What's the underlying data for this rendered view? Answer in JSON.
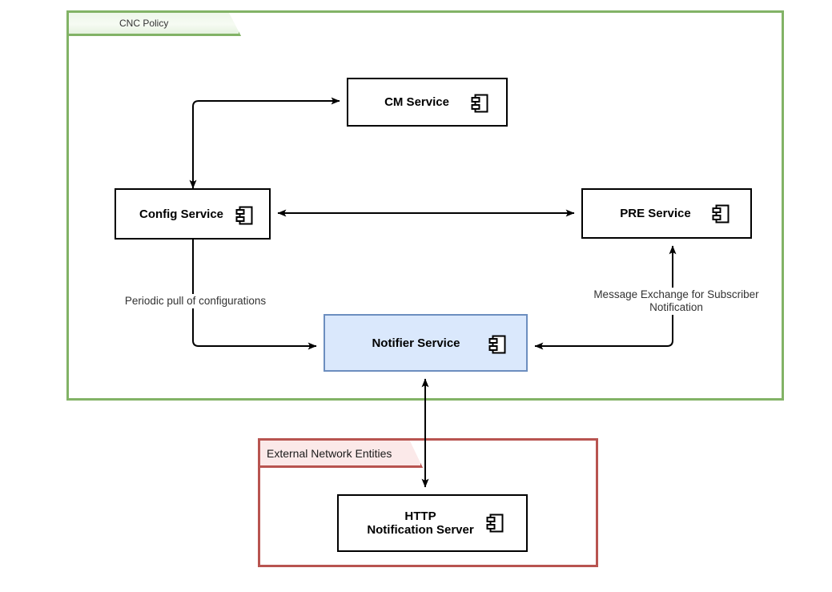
{
  "diagram": {
    "type": "uml-component-diagram",
    "background": "#ffffff"
  },
  "groups": [
    {
      "id": "cnc-policy",
      "title": "CNC Policy",
      "border_color": "#82b366",
      "tab_fill": "#eef7ea"
    },
    {
      "id": "external-network-entities",
      "title": "External Network Entities",
      "border_color": "#b85450",
      "tab_fill": "#fbe9e9"
    }
  ],
  "components": [
    {
      "id": "cm-service",
      "label": "CM Service",
      "fill": "#ffffff",
      "border": "#000000",
      "icon": "uml-component-icon"
    },
    {
      "id": "config-service",
      "label": "Config Service",
      "fill": "#ffffff",
      "border": "#000000",
      "icon": "uml-component-icon"
    },
    {
      "id": "pre-service",
      "label": "PRE Service",
      "fill": "#ffffff",
      "border": "#000000",
      "icon": "uml-component-icon"
    },
    {
      "id": "notifier-service",
      "label": "Notifier Service",
      "fill": "#dae8fc",
      "border": "#6c8ebf",
      "icon": "uml-component-icon"
    },
    {
      "id": "http-server",
      "label": "HTTP\nNotification Server",
      "fill": "#ffffff",
      "border": "#000000",
      "icon": "uml-component-icon"
    }
  ],
  "edge_labels": {
    "periodic_pull": "Periodic pull of configurations",
    "message_exchange": "Message Exchange for Subscriber\nNotification"
  },
  "connectors": [
    {
      "id": "config-to-cm",
      "from": "config-service",
      "to": "cm-service",
      "arrows": "both",
      "style": "elbow"
    },
    {
      "id": "config-to-pre",
      "from": "config-service",
      "to": "pre-service",
      "arrows": "both",
      "style": "straight"
    },
    {
      "id": "config-to-notifier",
      "from": "config-service",
      "to": "notifier-service",
      "arrows": "end",
      "style": "elbow",
      "label": "Periodic pull of configurations"
    },
    {
      "id": "pre-to-notifier",
      "from": "pre-service",
      "to": "notifier-service",
      "arrows": "both",
      "style": "elbow",
      "label": "Message Exchange for Subscriber Notification"
    },
    {
      "id": "notifier-to-http",
      "from": "notifier-service",
      "to": "http-server",
      "arrows": "both",
      "style": "straight"
    }
  ]
}
